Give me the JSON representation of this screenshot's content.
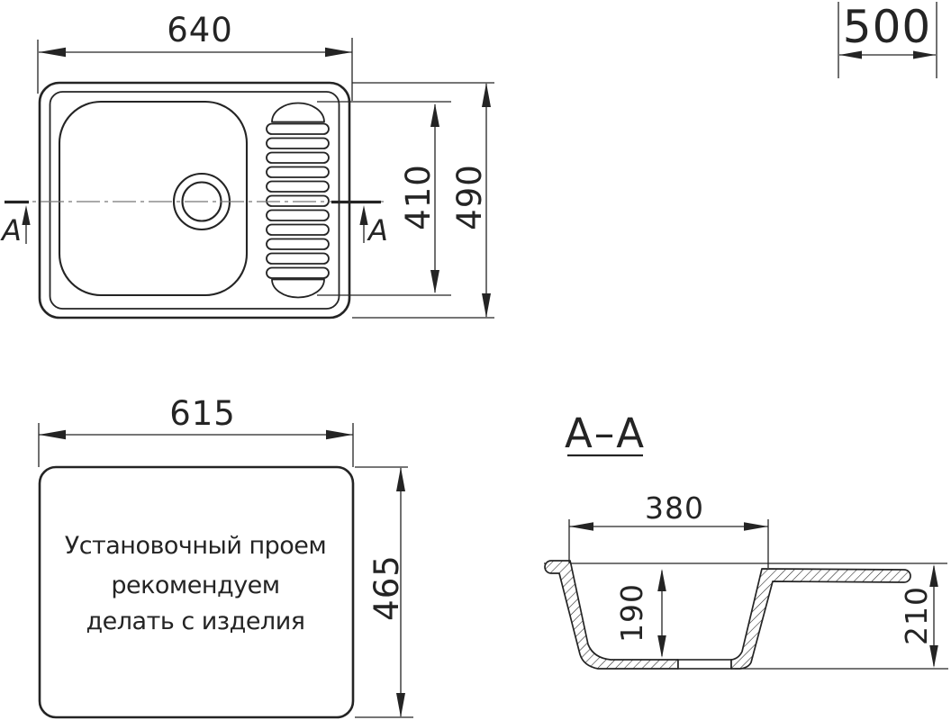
{
  "colors": {
    "line": "#242424",
    "centerline": "#787878",
    "background": "#ffffff"
  },
  "top_view": {
    "width_dim": "640",
    "overall_depth_dim": "490",
    "bowl_depth_dim": "410",
    "section_letter_left": "A",
    "section_letter_right": "A"
  },
  "base_dim": {
    "width": "500"
  },
  "cutout_view": {
    "width_dim": "615",
    "height_dim": "465",
    "note_line1": "Установочный проем",
    "note_line2": "рекомендуем",
    "note_line3": "делать с изделия"
  },
  "section_view": {
    "title": "A–A",
    "bowl_width_dim": "380",
    "bowl_depth_dim": "190",
    "overall_height_dim": "210"
  }
}
